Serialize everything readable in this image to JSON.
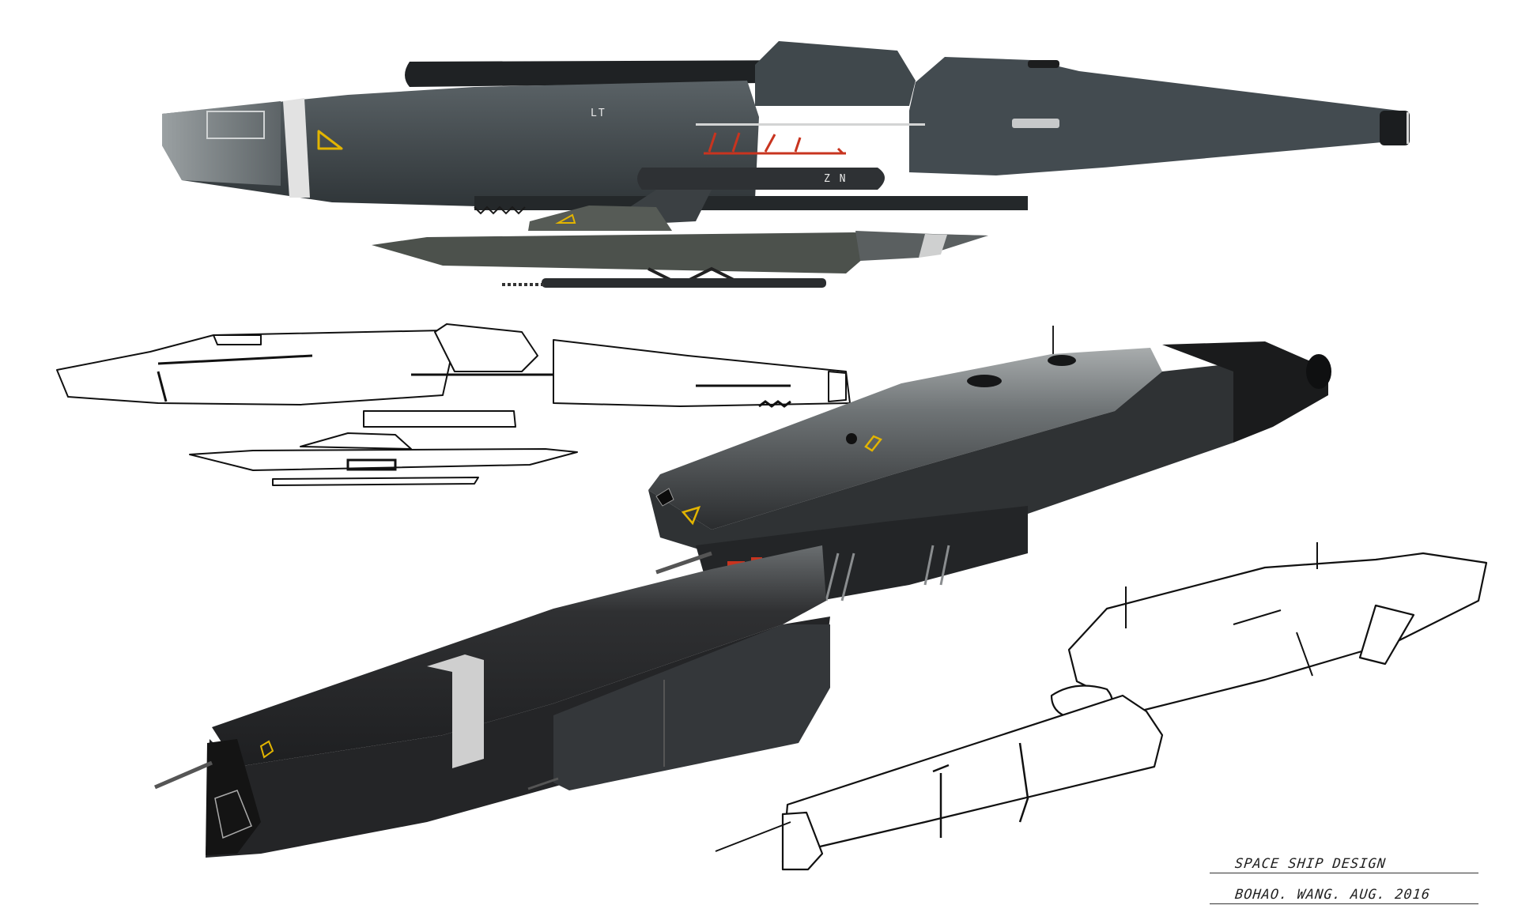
{
  "artwork": {
    "title": "SPACE SHIP DESIGN",
    "credit": "BOHAO. WANG. AUG. 2016",
    "background_color": "#ffffff"
  },
  "views": [
    {
      "id": "side-view-painted",
      "label": "Painted side elevation"
    },
    {
      "id": "side-view-lineart",
      "label": "Line-art side elevation"
    },
    {
      "id": "perspective-painted",
      "label": "Painted three-quarter perspective"
    },
    {
      "id": "perspective-lineart",
      "label": "Line-art three-quarter perspective"
    }
  ],
  "hull_markings": {
    "forward": "LT",
    "pod": "Z N"
  },
  "colors": {
    "hull_dark": "#2b2e31",
    "hull_mid": "#4a5156",
    "hull_light": "#8c9194",
    "hull_gunmetal": "#3d4549",
    "accent_yellow": "#e2b400",
    "accent_red": "#c8341f",
    "stripe_white": "#d9d9d9",
    "ink": "#111111"
  }
}
